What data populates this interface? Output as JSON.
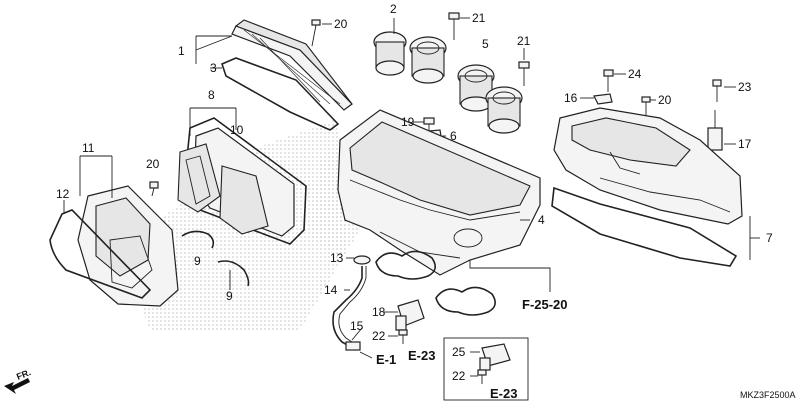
{
  "diagram": {
    "code": "MKZ3F2500A",
    "direction_label": "FR.",
    "callouts": [
      {
        "id": "c1",
        "text": "1"
      },
      {
        "id": "c2",
        "text": "2"
      },
      {
        "id": "c3",
        "text": "3"
      },
      {
        "id": "c4",
        "text": "4"
      },
      {
        "id": "c5",
        "text": "5"
      },
      {
        "id": "c6",
        "text": "6"
      },
      {
        "id": "c7",
        "text": "7"
      },
      {
        "id": "c8",
        "text": "8"
      },
      {
        "id": "c9a",
        "text": "9"
      },
      {
        "id": "c9b",
        "text": "9"
      },
      {
        "id": "c10",
        "text": "10"
      },
      {
        "id": "c11",
        "text": "11"
      },
      {
        "id": "c12",
        "text": "12"
      },
      {
        "id": "c13",
        "text": "13"
      },
      {
        "id": "c14",
        "text": "14"
      },
      {
        "id": "c15",
        "text": "15"
      },
      {
        "id": "c16",
        "text": "16"
      },
      {
        "id": "c17",
        "text": "17"
      },
      {
        "id": "c18",
        "text": "18"
      },
      {
        "id": "c19",
        "text": "19"
      },
      {
        "id": "c20a",
        "text": "20"
      },
      {
        "id": "c20b",
        "text": "20"
      },
      {
        "id": "c20c",
        "text": "20"
      },
      {
        "id": "c21a",
        "text": "21"
      },
      {
        "id": "c21b",
        "text": "21"
      },
      {
        "id": "c22a",
        "text": "22"
      },
      {
        "id": "c22b",
        "text": "22"
      },
      {
        "id": "c23",
        "text": "23"
      },
      {
        "id": "c24",
        "text": "24"
      },
      {
        "id": "c25",
        "text": "25"
      }
    ],
    "references": [
      {
        "id": "r1",
        "text": "F-25-20"
      },
      {
        "id": "r2",
        "text": "E-1"
      },
      {
        "id": "r3",
        "text": "E-23"
      },
      {
        "id": "r4",
        "text": "E-23"
      }
    ]
  }
}
